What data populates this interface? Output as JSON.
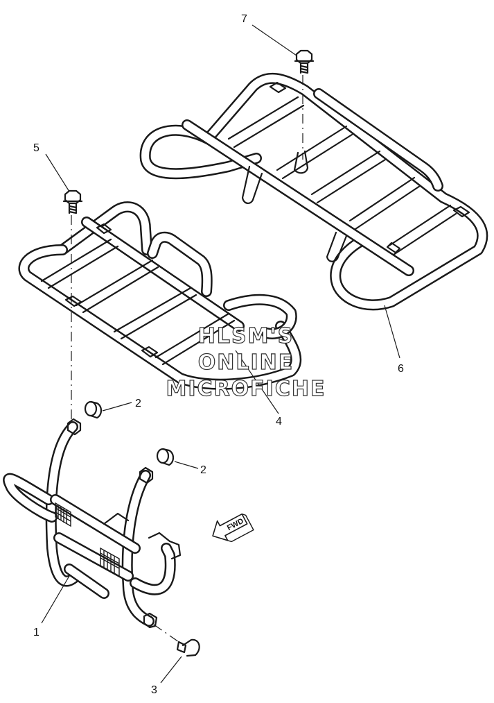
{
  "callouts": [
    {
      "id": "1",
      "label": "1"
    },
    {
      "id": "2a",
      "label": "2"
    },
    {
      "id": "2b",
      "label": "2"
    },
    {
      "id": "3",
      "label": "3"
    },
    {
      "id": "4",
      "label": "4"
    },
    {
      "id": "5",
      "label": "5"
    },
    {
      "id": "6",
      "label": "6"
    },
    {
      "id": "7",
      "label": "7"
    }
  ],
  "watermark": {
    "line1": "HLSM'S",
    "line2": "ONLINE",
    "line3": "MICROFICHE"
  },
  "direction_arrow": {
    "label": "FWD"
  }
}
